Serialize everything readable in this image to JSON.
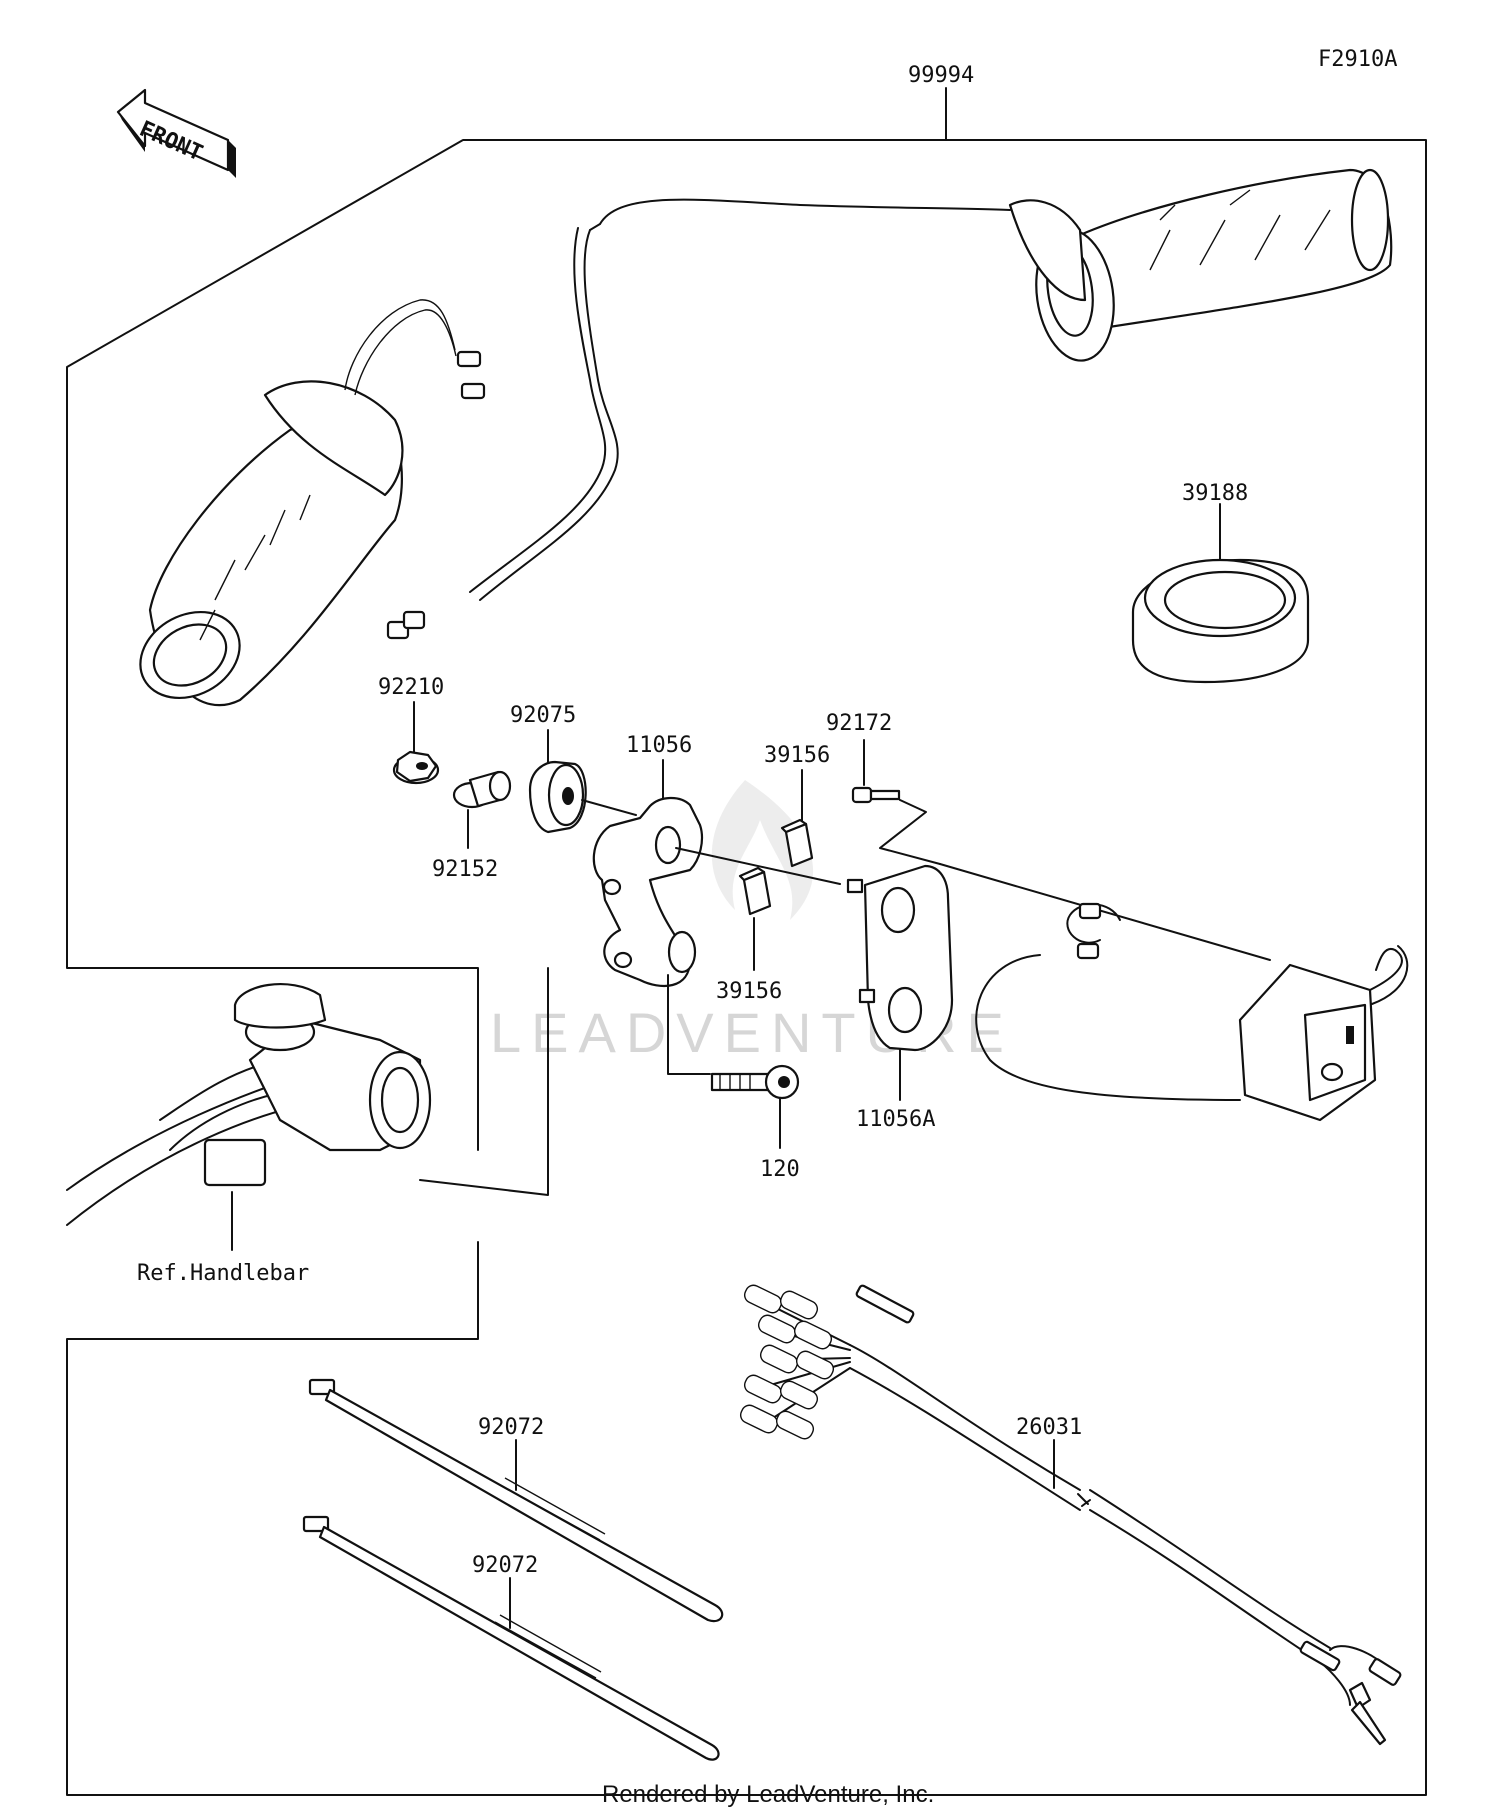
{
  "figure_code": "F2910A",
  "orientation_label": "FRONT",
  "watermark": "LEADVENTURE",
  "credit": "Rendered by LeadVenture, Inc.",
  "reference": {
    "handlebar": "Ref.Handlebar"
  },
  "parts": [
    {
      "number": "99994"
    },
    {
      "number": "39188"
    },
    {
      "number": "92210"
    },
    {
      "number": "92075"
    },
    {
      "number": "11056"
    },
    {
      "number": "39156"
    },
    {
      "number": "92172"
    },
    {
      "number": "92152"
    },
    {
      "number": "39156"
    },
    {
      "number": "11056A"
    },
    {
      "number": "120"
    },
    {
      "number": "92072"
    },
    {
      "number": "92072"
    },
    {
      "number": "26031"
    }
  ]
}
